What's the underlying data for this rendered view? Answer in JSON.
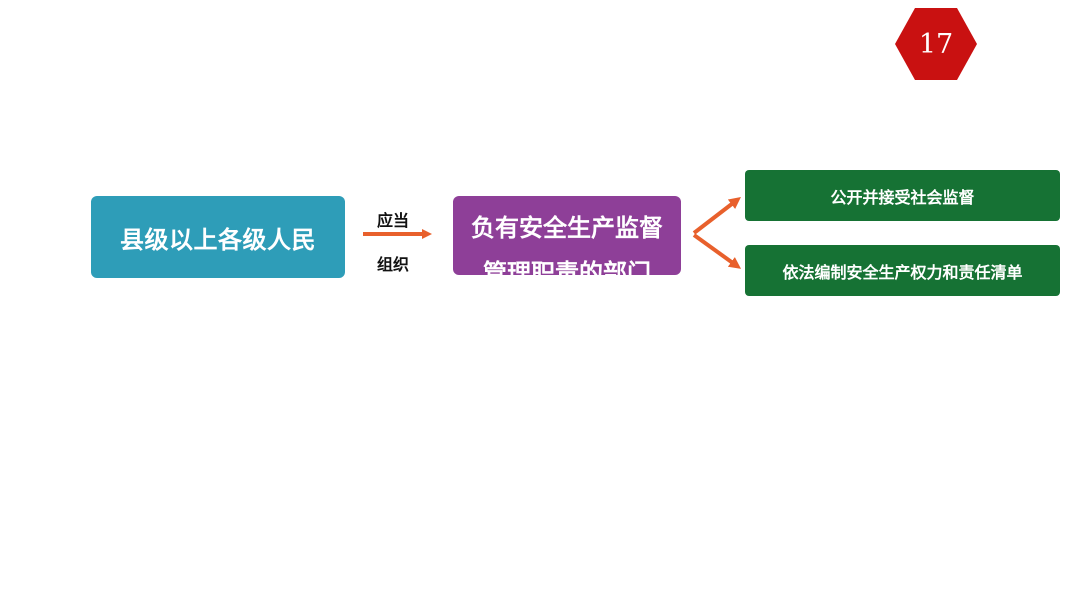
{
  "page_number": "17",
  "colors": {
    "badge": "#C91111",
    "source_box": "#2E9DB8",
    "middle_box": "#8E3F98",
    "target_box": "#167234",
    "arrow": "#E8602C"
  },
  "diagram": {
    "source": "县级以上各级人民",
    "connector_labels": {
      "top": "应当",
      "bottom": "组织"
    },
    "middle": {
      "line1": "负有安全生产监督",
      "line2": "管理职责的部门"
    },
    "targets": [
      "公开并接受社会监督",
      "依法编制安全生产权力和责任清单"
    ]
  }
}
